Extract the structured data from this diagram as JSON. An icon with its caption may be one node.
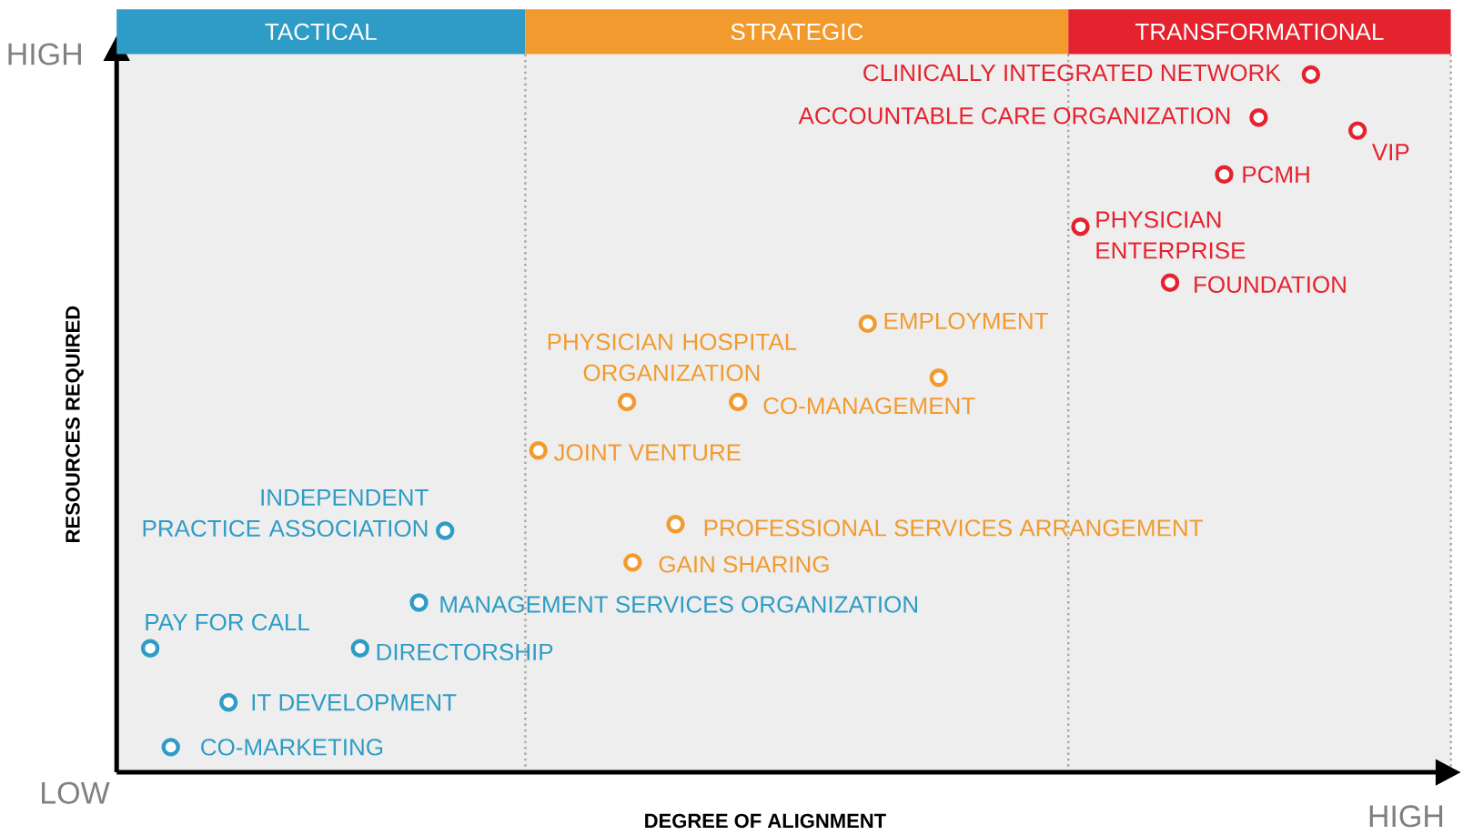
{
  "diagram": {
    "nodes": [
      {
        "text": [
          "TACTICAL"
        ]
      },
      {
        "text": [
          "STRATEGIC"
        ]
      },
      {
        "text": [
          "TRANSFORMATIONAL"
        ]
      },
      {
        "text": [],
        "shape": "circle",
        "beside": [
          "CLINICALLY INTEGRATED NETWORK"
        ]
      },
      {
        "text": [],
        "shape": "circle",
        "beside": [
          "ACCOUNTABLE CARE ORGANIZATION"
        ]
      },
      {
        "text": [],
        "shape": "circle",
        "beside": [
          "VIP"
        ]
      },
      {
        "text": [],
        "shape": "circle",
        "beside": [
          "PCMH"
        ]
      },
      {
        "text": [],
        "shape": "circle",
        "beside": [
          "PHYSICIAN ENTERPRISE"
        ]
      },
      {
        "text": [],
        "shape": "circle",
        "beside": [
          "FOUNDATION"
        ]
      },
      {
        "text": [],
        "shape": "circle",
        "beside": [
          "EMPLOYMENT"
        ]
      },
      {
        "text": [],
        "shape": "circle",
        "beside": [
          "PHYSICIAN HOSPITAL ORGANIZATION"
        ]
      },
      {
        "text": [],
        "shape": "circle"
      },
      {
        "text": [],
        "shape": "circle",
        "beside": [
          "CO-MANAGEMENT"
        ]
      },
      {
        "text": [],
        "shape": "circle",
        "beside": [
          "JOINT VENTURE"
        ]
      },
      {
        "text": [],
        "shape": "circle",
        "beside": [
          "INDEPENDENT PRACTICE ASSOCIATION"
        ]
      },
      {
        "text": [],
        "shape": "circle",
        "beside": [
          "PROFESSIONAL SERVICES ARRANGEMENT"
        ]
      },
      {
        "text": [],
        "shape": "circle",
        "beside": [
          "GAIN SHARING"
        ]
      },
      {
        "text": [],
        "shape": "circle",
        "beside": [
          "MANAGEMENT SERVICES ORGANIZATION"
        ]
      },
      {
        "text": [],
        "shape": "circle",
        "beside": [
          "PAY FOR CALL"
        ]
      },
      {
        "text": [],
        "shape": "circle",
        "beside": [
          "DIRECTORSHIP"
        ]
      },
      {
        "text": [],
        "shape": "circle",
        "beside": [
          "IT DEVELOPMENT"
        ]
      },
      {
        "text": [],
        "shape": "circle",
        "beside": [
          "CO-MARKETING"
        ]
      }
    ],
    "labels": [
      "HIGH",
      "RESOURCES REQUIRED",
      "LOW",
      "DEGREE OF ALIGNMENT",
      "HIGH"
    ]
  }
}
